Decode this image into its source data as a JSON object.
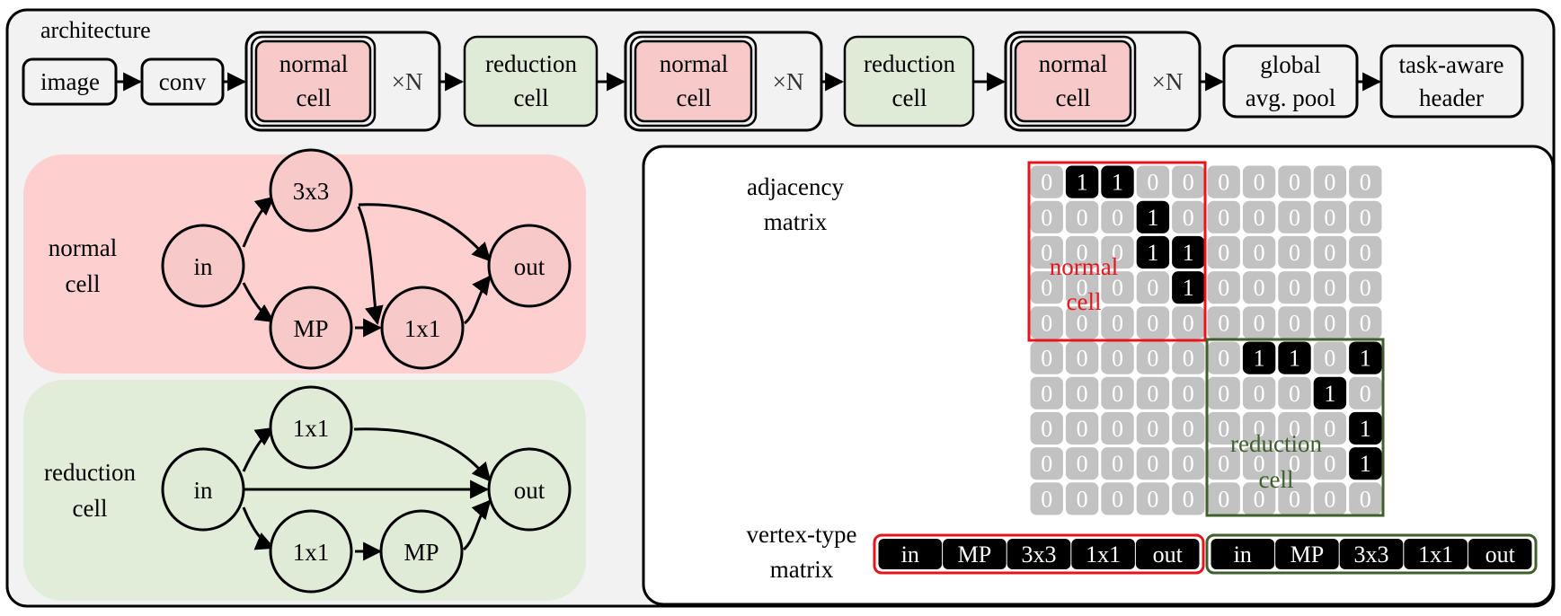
{
  "architecture": {
    "title": "architecture",
    "image": "image",
    "conv": "conv",
    "normal_cell": [
      "normal",
      "cell"
    ],
    "reduction_cell": [
      "reduction",
      "cell"
    ],
    "repeat": "×N",
    "global_pool": [
      "global",
      "avg. pool"
    ],
    "header": [
      "task-aware",
      "header"
    ]
  },
  "normal_cell_panel": {
    "label": [
      "normal",
      "cell"
    ],
    "nodes": {
      "in": "in",
      "n3x3": "3x3",
      "mp": "MP",
      "n1x1": "1x1",
      "out": "out"
    },
    "colors": {
      "panel": "#fdcfcf",
      "node": "#f8c9c9"
    }
  },
  "reduction_cell_panel": {
    "label": [
      "reduction",
      "cell"
    ],
    "nodes": {
      "in": "in",
      "top1x1": "1x1",
      "bot1x1": "1x1",
      "mp": "MP",
      "out": "out"
    },
    "colors": {
      "panel": "#e1ecd9",
      "node": "#dfebd6"
    }
  },
  "matrix_panel": {
    "adjacency_label": [
      "adjacency",
      "matrix"
    ],
    "vertex_label": [
      "vertex-type",
      "matrix"
    ],
    "normal_label": [
      "normal",
      "cell"
    ],
    "reduction_label": [
      "reduction",
      "cell"
    ],
    "adjacency": [
      [
        0,
        1,
        1,
        0,
        0,
        0,
        0,
        0,
        0,
        0
      ],
      [
        0,
        0,
        0,
        1,
        0,
        0,
        0,
        0,
        0,
        0
      ],
      [
        0,
        0,
        0,
        1,
        1,
        0,
        0,
        0,
        0,
        0
      ],
      [
        0,
        0,
        0,
        0,
        1,
        0,
        0,
        0,
        0,
        0
      ],
      [
        0,
        0,
        0,
        0,
        0,
        0,
        0,
        0,
        0,
        0
      ],
      [
        0,
        0,
        0,
        0,
        0,
        0,
        1,
        1,
        0,
        1
      ],
      [
        0,
        0,
        0,
        0,
        0,
        0,
        0,
        0,
        1,
        0
      ],
      [
        0,
        0,
        0,
        0,
        0,
        0,
        0,
        0,
        0,
        1
      ],
      [
        0,
        0,
        0,
        0,
        0,
        0,
        0,
        0,
        0,
        1
      ],
      [
        0,
        0,
        0,
        0,
        0,
        0,
        0,
        0,
        0,
        0
      ]
    ],
    "vertex_types": [
      "in",
      "MP",
      "3x3",
      "1x1",
      "out",
      "in",
      "MP",
      "3x3",
      "1x1",
      "out"
    ],
    "colors": {
      "normal": "#e8141b",
      "reduction": "#3f5f2c",
      "cell_gray": "#c2c2c2",
      "one": "#000000"
    }
  }
}
